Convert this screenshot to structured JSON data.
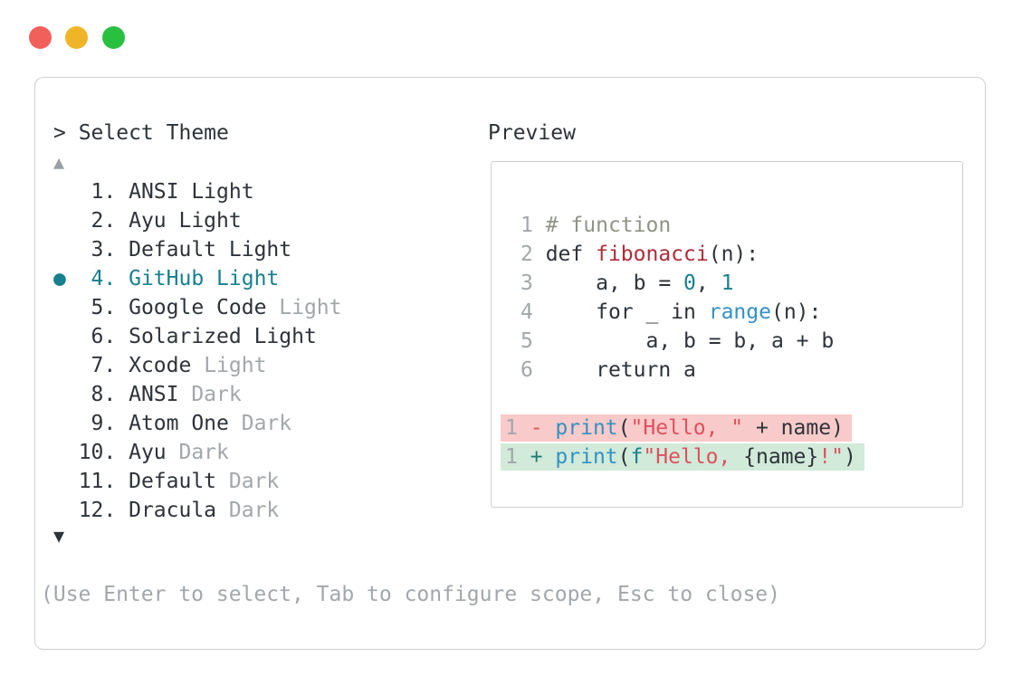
{
  "window": {
    "traffic_lights": [
      {
        "name": "close",
        "color": "#f2605c"
      },
      {
        "name": "minimize",
        "color": "#f0b429"
      },
      {
        "name": "zoom",
        "color": "#2ac03f"
      }
    ]
  },
  "theme_picker": {
    "title": "> Select Theme",
    "scroll_up_icon": "▲",
    "scroll_down_icon": "▼",
    "selected_marker": "●",
    "themes": [
      {
        "num": 1,
        "label": "ANSI Light"
      },
      {
        "num": 2,
        "label": "Ayu Light"
      },
      {
        "num": 3,
        "label": "Default Light"
      },
      {
        "num": 4,
        "label": "GitHub Light",
        "selected": true
      },
      {
        "num": 5,
        "label": "Google Code",
        "gray_suffix": "Light"
      },
      {
        "num": 6,
        "label": "Solarized Light"
      },
      {
        "num": 7,
        "label": "Xcode",
        "gray_suffix": "Light"
      },
      {
        "num": 8,
        "label": "ANSI",
        "gray_suffix": "Dark"
      },
      {
        "num": 9,
        "label": "Atom One",
        "gray_suffix": "Dark"
      },
      {
        "num": 10,
        "label": "Ayu",
        "gray_suffix": "Dark"
      },
      {
        "num": 11,
        "label": "Default",
        "gray_suffix": "Dark"
      },
      {
        "num": 12,
        "label": "Dracula",
        "gray_suffix": "Dark"
      }
    ],
    "footer_hint": "(Use Enter to select, Tab to configure scope, Esc to close)"
  },
  "preview": {
    "label": "Preview",
    "code_lines": [
      {
        "num": "1",
        "tokens": [
          {
            "t": "# function",
            "c": "comment"
          }
        ]
      },
      {
        "num": "2",
        "tokens": [
          {
            "t": "def ",
            "c": "text"
          },
          {
            "t": "fibonacci",
            "c": "func"
          },
          {
            "t": "(n):",
            "c": "text"
          }
        ]
      },
      {
        "num": "3",
        "tokens": [
          {
            "t": "    a, b = ",
            "c": "text"
          },
          {
            "t": "0",
            "c": "num"
          },
          {
            "t": ", ",
            "c": "text"
          },
          {
            "t": "1",
            "c": "num"
          }
        ]
      },
      {
        "num": "4",
        "tokens": [
          {
            "t": "    for _ in ",
            "c": "text"
          },
          {
            "t": "range",
            "c": "call"
          },
          {
            "t": "(n):",
            "c": "text"
          }
        ]
      },
      {
        "num": "5",
        "tokens": [
          {
            "t": "        a, b = b, a + b",
            "c": "text"
          }
        ]
      },
      {
        "num": "6",
        "tokens": [
          {
            "t": "    return a",
            "c": "text"
          }
        ]
      }
    ],
    "diff_lines": [
      {
        "num": "1",
        "sign": "-",
        "type": "removed",
        "tokens": [
          {
            "t": "print",
            "c": "call"
          },
          {
            "t": "(",
            "c": "text"
          },
          {
            "t": "\"Hello, \"",
            "c": "string"
          },
          {
            "t": " + name)",
            "c": "text"
          }
        ]
      },
      {
        "num": "1",
        "sign": "+",
        "type": "added",
        "tokens": [
          {
            "t": "print",
            "c": "call"
          },
          {
            "t": "(",
            "c": "text"
          },
          {
            "t": "f",
            "c": "fstr"
          },
          {
            "t": "\"Hello, ",
            "c": "string"
          },
          {
            "t": "{name}",
            "c": "text"
          },
          {
            "t": "!\"",
            "c": "string"
          },
          {
            "t": ")",
            "c": "text"
          }
        ]
      }
    ]
  },
  "colors": {
    "text_dark": "#2d333a",
    "text_gray": "#a2a7ab",
    "accent_teal": "#17808d",
    "comment_green_gray": "#8f9486",
    "function_red": "#ad2d38",
    "call_blue": "#3392c5",
    "string_red": "#e0505e",
    "diff_plus_teal": "#1b7e72",
    "removed_bg": "#f9caca",
    "added_bg": "#d1ead9",
    "panel_border": "#d2d2d2",
    "preview_border": "#cbcfd2"
  }
}
